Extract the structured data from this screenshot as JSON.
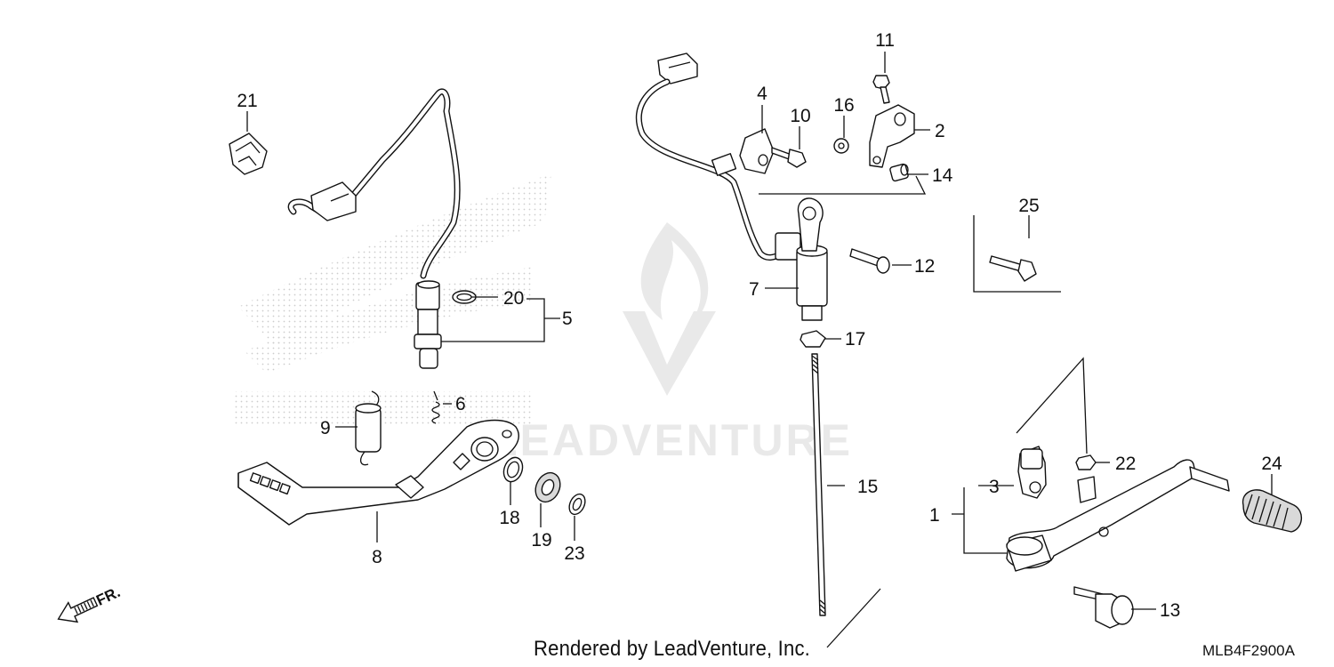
{
  "diagram": {
    "part_labels": {
      "p1": "1",
      "p2": "2",
      "p3": "3",
      "p4": "4",
      "p5": "5",
      "p6": "6",
      "p7": "7",
      "p8": "8",
      "p9": "9",
      "p10": "10",
      "p11": "11",
      "p12": "12",
      "p13": "13",
      "p14": "14",
      "p15": "15",
      "p16": "16",
      "p17": "17",
      "p18": "18",
      "p19": "19",
      "p20": "20",
      "p21": "21",
      "p22": "22",
      "p23": "23",
      "p24": "24",
      "p25": "25"
    },
    "direction_label": "FR.",
    "watermark_text": "LEADVENTURE",
    "footer": {
      "credit": "Rendered by LeadVenture, Inc.",
      "diagram_code": "MLB4F2900A"
    }
  }
}
